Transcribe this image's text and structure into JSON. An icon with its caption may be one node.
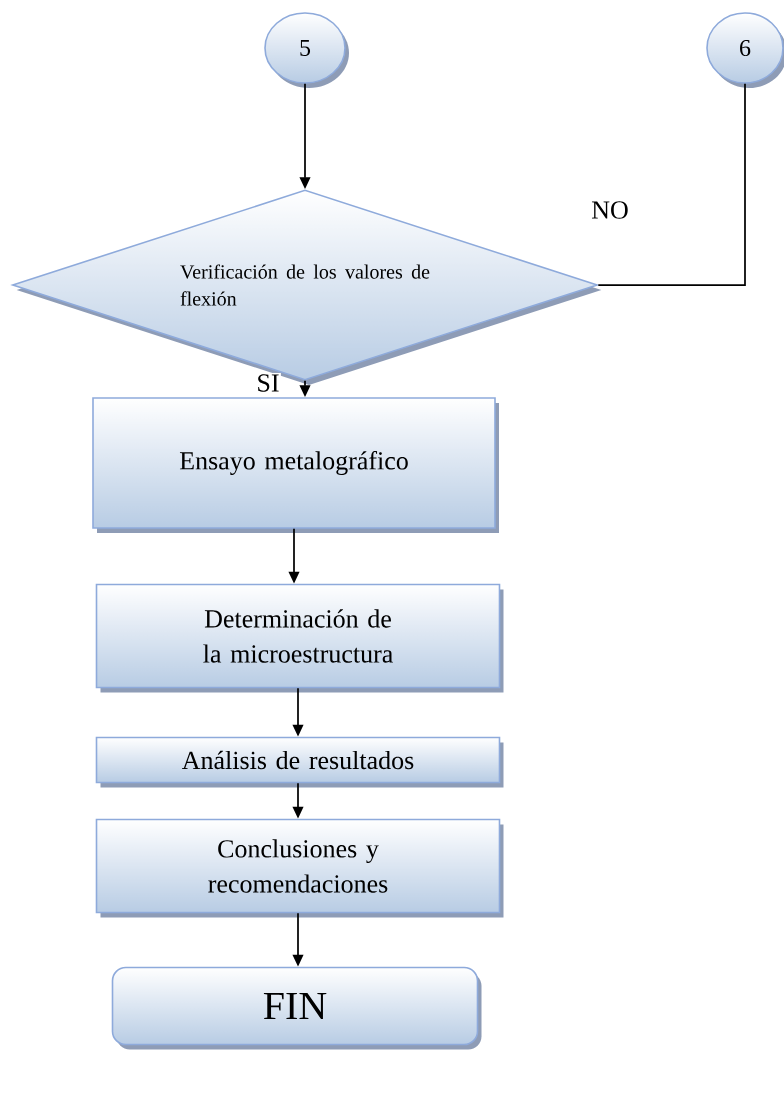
{
  "diagram": {
    "nodes": [
      {
        "text": [
          "5"
        ]
      },
      {
        "text": [
          "6"
        ]
      },
      {
        "text": [
          "Verificación de los valores de flexión"
        ]
      },
      {
        "text": [
          "Ensayo metalográfico"
        ]
      },
      {
        "text": [
          "Determinación de la microestructura"
        ]
      },
      {
        "text": [
          "Análisis de resultados"
        ]
      },
      {
        "text": [
          "Conclusiones y recomendaciones"
        ]
      },
      {
        "text": [
          "FIN"
        ]
      }
    ],
    "edges": [
      {
        "from": 0,
        "to": 2,
        "arrow": "to"
      },
      {
        "from": 2,
        "to": 1,
        "arrow": "none",
        "label": "NO"
      },
      {
        "from": 2,
        "to": 3,
        "arrow": "to",
        "label": "SI"
      },
      {
        "from": 3,
        "to": 4,
        "arrow": "to"
      },
      {
        "from": 4,
        "to": 5,
        "arrow": "to"
      },
      {
        "from": 5,
        "to": 6,
        "arrow": "to"
      },
      {
        "from": 6,
        "to": 7,
        "arrow": "to"
      }
    ]
  }
}
